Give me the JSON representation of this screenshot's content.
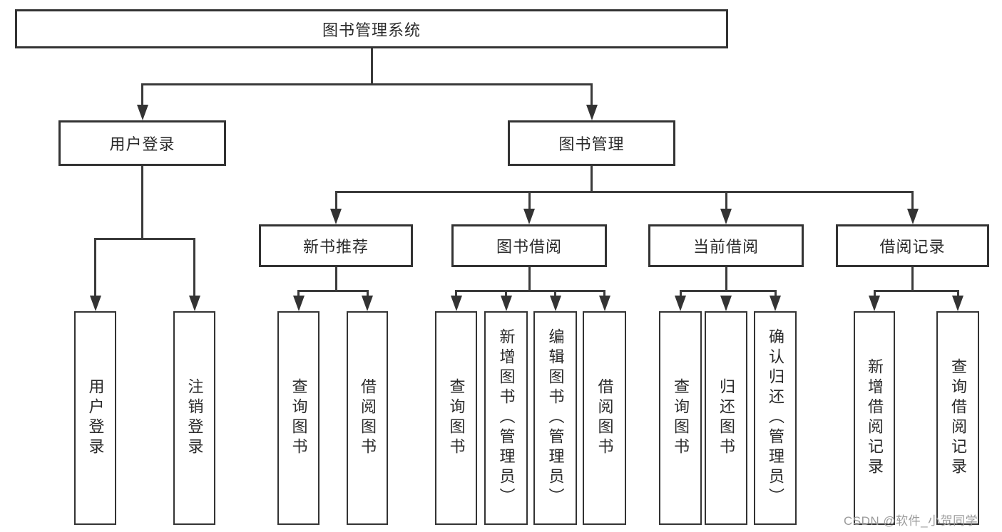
{
  "diagram_type": "tree",
  "root": {
    "label": "图书管理系统",
    "children": [
      {
        "label": "用户登录",
        "children": [
          {
            "label": "用户登录"
          },
          {
            "label": "注销登录"
          }
        ]
      },
      {
        "label": "图书管理",
        "children": [
          {
            "label": "新书推荐",
            "children": [
              {
                "label": "查询图书"
              },
              {
                "label": "借阅图书"
              }
            ]
          },
          {
            "label": "图书借阅",
            "children": [
              {
                "label": "查询图书"
              },
              {
                "label": "新增图书（管理员）"
              },
              {
                "label": "编辑图书（管理员）"
              },
              {
                "label": "借阅图书"
              }
            ]
          },
          {
            "label": "当前借阅",
            "children": [
              {
                "label": "查询图书"
              },
              {
                "label": "归还图书"
              },
              {
                "label": "确认归还（管理员）"
              }
            ]
          },
          {
            "label": "借阅记录",
            "children": [
              {
                "label": "新增借阅记录"
              },
              {
                "label": "查询借阅记录"
              }
            ]
          }
        ]
      }
    ]
  },
  "watermark": {
    "text": "CSDN @软件_小贺同学"
  },
  "colors": {
    "line": "#3a3a3a",
    "border": "#333333",
    "text": "#2b2b2b",
    "watermark": "#9b9b9b",
    "background": "#ffffff"
  }
}
